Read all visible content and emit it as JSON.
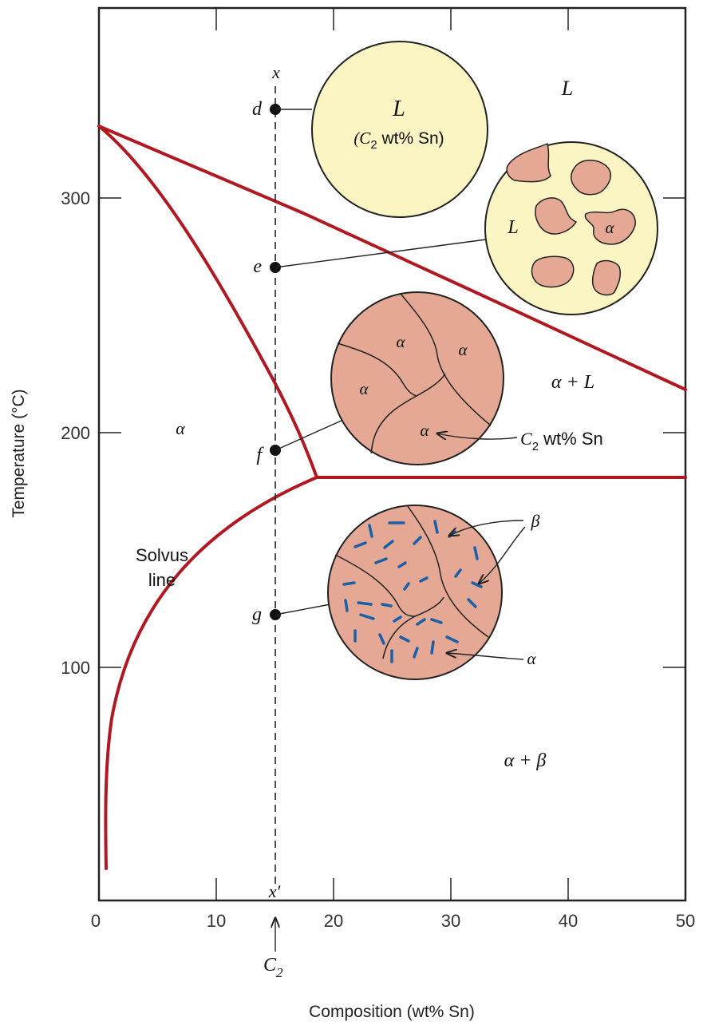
{
  "figure": {
    "x_axis_title": "Composition (wt% Sn)",
    "y_axis_title": "Temperature (°C)",
    "x_ticks": [
      "0",
      "10",
      "20",
      "30",
      "40",
      "50"
    ],
    "y_ticks": [
      "100",
      "200",
      "300"
    ],
    "c2_marker": "C",
    "c2_sub": "2",
    "colors": {
      "phase_boundary": "#b01822",
      "liquid_fill": "#fbf5c4",
      "alpha_fill": "#e4a895",
      "beta_particles": "#1a5fa8",
      "frame": "#222222"
    }
  },
  "labels": {
    "top_x": "x",
    "bottom_x": "x′",
    "point_d": "d",
    "point_e": "e",
    "point_f": "f",
    "point_g": "g",
    "region_L": "L",
    "region_alpha": "α",
    "region_alpha_L": "α + L",
    "region_alpha_beta": "α + β",
    "solvus_line1": "Solvus",
    "solvus_line2": "line"
  },
  "circles": {
    "d": {
      "phase": "L",
      "composition_prefix": "(C",
      "composition_sub": "2",
      "composition_suffix": " wt% Sn)"
    },
    "e": {
      "liquid": "L",
      "solid": "α"
    },
    "f": {
      "grains": [
        "α",
        "α",
        "α",
        "α"
      ],
      "callout_prefix": "C",
      "callout_sub": "2",
      "callout_suffix": " wt% Sn"
    },
    "g": {
      "beta_label": "β",
      "alpha_label": "α"
    }
  },
  "chart_data": {
    "type": "phase-diagram",
    "x_unit": "wt% Sn",
    "y_unit": "°C",
    "xlim": [
      0,
      50
    ],
    "ylim": [
      6,
      386
    ],
    "x_ticks": [
      0,
      10,
      20,
      30,
      40,
      50
    ],
    "y_ticks": [
      100,
      200,
      300
    ],
    "alloy_composition_C2": 15,
    "points": [
      {
        "name": "d",
        "x": 15,
        "y": 340
      },
      {
        "name": "e",
        "x": 15,
        "y": 271
      },
      {
        "name": "f",
        "x": 15,
        "y": 192
      },
      {
        "name": "g",
        "x": 15,
        "y": 123
      }
    ],
    "eutectic_temperature": 181,
    "max_solubility_composition": 18.5
  }
}
